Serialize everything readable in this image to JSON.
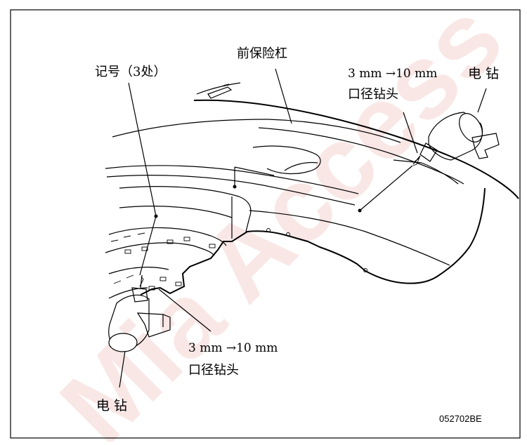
{
  "watermark": "Mia Access",
  "labels": {
    "bumper": "前保险杠",
    "marks": "记号（3处）",
    "drill_size_right": "3 mm →10 mm",
    "drill_bit_right": "口径钻头",
    "electric_drill_right": "电 钻",
    "drill_size_left": "3 mm →10 mm",
    "drill_bit_left": "口径钻头",
    "electric_drill_left": "电 钻",
    "figure_code": "052702BE"
  },
  "colors": {
    "frame": "#000000",
    "watermark": "#f5d5d2"
  }
}
